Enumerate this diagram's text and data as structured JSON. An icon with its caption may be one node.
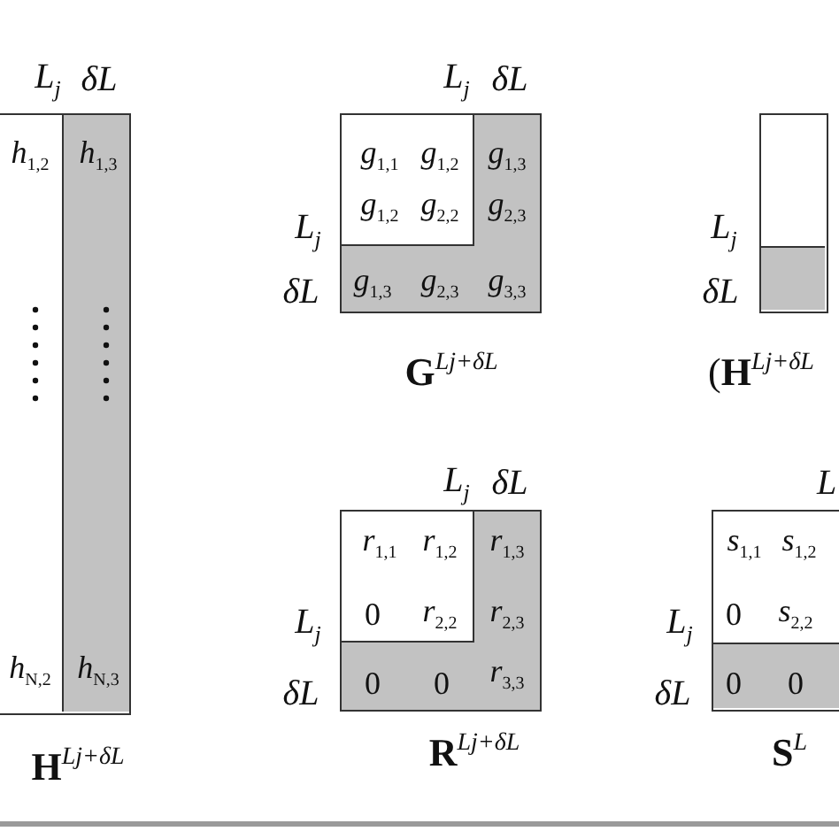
{
  "diagram": {
    "nodes": [
      {
        "text": [],
        "shape": "box",
        "beside": [
          "**H**$^{Lj+δL}$"
        ]
      },
      {
        "text": [
          "*h*$_{1,2}$",
          "*h*$_{N,2}$"
        ],
        "in": 0
      },
      {
        "text": [
          "*h*$_{1,3}$",
          "*h*$_{N,3}$"
        ],
        "in": 0
      },
      {
        "text": [
          "*g*$_{1,3}$",
          "*g*$_{2,3}$",
          "*g*$_{1,3}$",
          "*g*$_{2,3}$",
          "*g*$_{3,3}$"
        ],
        "beside": [
          "**G**$^{Lj+δL}$"
        ]
      },
      {
        "text": [
          "*g*$_{1,1}$",
          "*g*$_{1,2}$",
          "*g*$_{1,2}$",
          "*g*$_{2,2}$"
        ],
        "in": 3
      },
      {
        "text": [],
        "shape": "box",
        "beside": [
          "(**H**$^{Lj+δL}$"
        ]
      },
      {
        "text": [],
        "shape": "box",
        "in": 5
      },
      {
        "text": [
          "*r*$_{1,3}$",
          "*r*$_{2,3}$",
          "0",
          "0",
          "*r*$_{3,3}$"
        ],
        "beside": [
          "**R**$^{Lj+δL}$"
        ]
      },
      {
        "text": [
          "*r*$_{1,1}$",
          "*r*$_{1,2}$",
          "0",
          "*r*$_{2,2}$"
        ],
        "in": 7
      },
      {
        "text": [
          "*s*$_{1,1}$",
          "*s*$_{1,2}$",
          "0",
          "*s*$_{2,2}$"
        ],
        "beside": [
          "**S**$^{L}$"
        ]
      },
      {
        "text": [
          "0",
          "0"
        ],
        "in": 9
      }
    ],
    "labels": [
      "L$_{j}$",
      "δL",
      "L$_{j}$",
      "δL",
      "L$_{j}$",
      "L$_{j}$",
      "δL",
      "δL",
      "L$_{j}$",
      "δL",
      "L",
      "L$_{j}$",
      "L$_{j}$",
      "δL",
      "δL"
    ]
  }
}
